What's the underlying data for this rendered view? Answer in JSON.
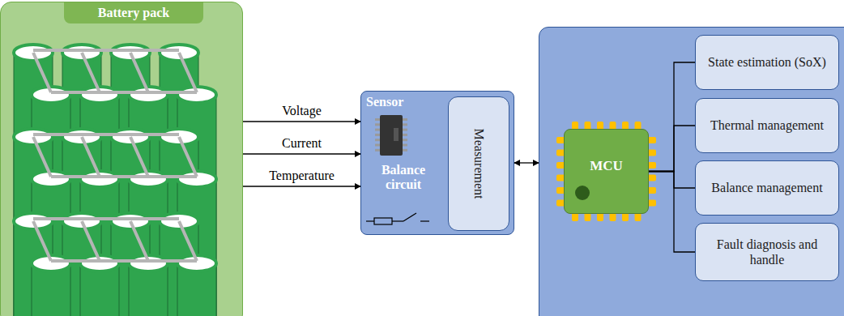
{
  "diagram": {
    "nodes": [
      {
        "text": [
          "Battery pack"
        ]
      },
      {
        "text": [
          "Sensor",
          "Balance circuit"
        ]
      },
      {
        "text": [
          "Measurement"
        ],
        "in": 1
      },
      {
        "text": []
      },
      {
        "text": [
          "MCU"
        ],
        "in": 3
      },
      {
        "text": [
          "State estimation (SoX)"
        ],
        "in": 3
      },
      {
        "text": [
          "Thermal management"
        ],
        "in": 3
      },
      {
        "text": [
          "Balance management"
        ],
        "in": 3
      },
      {
        "text": [
          "Fault diagnosis and handle"
        ],
        "in": 3
      }
    ],
    "edges": [
      {
        "from": 0,
        "to": 1,
        "arrow": "to",
        "label": "Voltage"
      },
      {
        "from": 0,
        "to": 1,
        "arrow": "to",
        "label": "Current"
      },
      {
        "from": 0,
        "to": 1,
        "arrow": "to",
        "label": "Temperature"
      },
      {
        "from": 1,
        "to": 3,
        "arrow": "both"
      },
      {
        "from": 4,
        "to": 5,
        "arrow": "none"
      },
      {
        "from": 4,
        "to": 6,
        "arrow": "none"
      },
      {
        "from": 4,
        "to": 7,
        "arrow": "none"
      },
      {
        "from": 4,
        "to": 8,
        "arrow": "none"
      }
    ]
  }
}
